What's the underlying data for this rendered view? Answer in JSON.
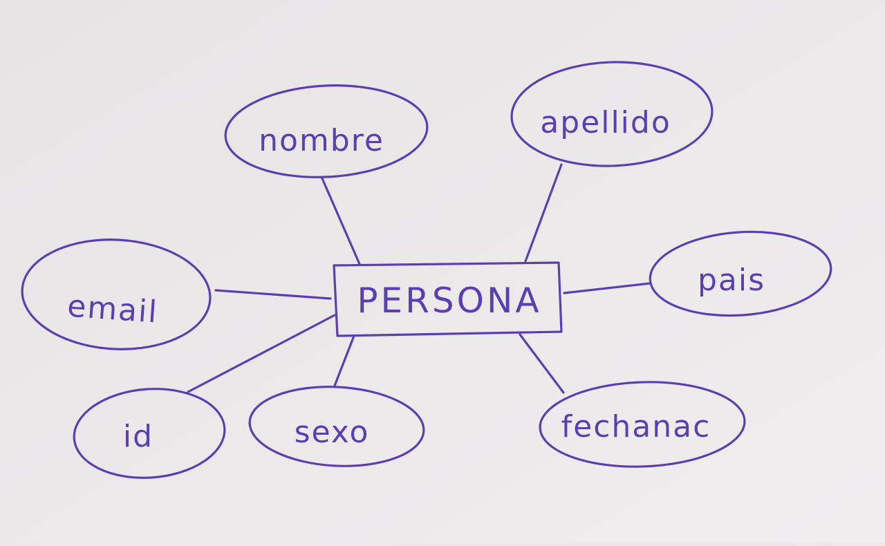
{
  "diagram": {
    "ink_color": "#5a3fae",
    "paper_color": "#ebe8ea",
    "entity": {
      "label": "PERSONA"
    },
    "attributes": [
      {
        "id": "nombre",
        "label": "nombre"
      },
      {
        "id": "apellido",
        "label": "apellido"
      },
      {
        "id": "email",
        "label": "email"
      },
      {
        "id": "pais",
        "label": "pais"
      },
      {
        "id": "id",
        "label": "id"
      },
      {
        "id": "sexo",
        "label": "sexo"
      },
      {
        "id": "fechanac",
        "label": "fechanac"
      }
    ]
  }
}
